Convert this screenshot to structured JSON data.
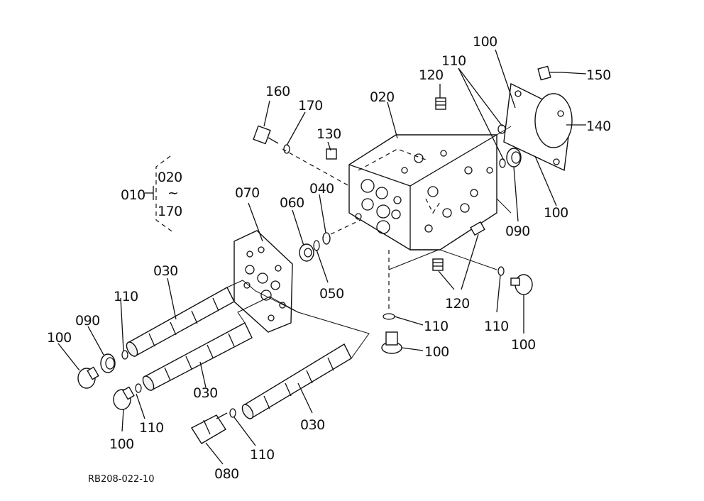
{
  "labels": {
    "l010": "010",
    "l010a": "020",
    "l010b": "~",
    "l010c": "170",
    "l020": "020",
    "l030a": "030",
    "l030b": "030",
    "l030c": "030",
    "l040": "040",
    "l050": "050",
    "l060": "060",
    "l070": "070",
    "l080": "080",
    "l090a": "090",
    "l090b": "090",
    "l100a": "100",
    "l100b": "100",
    "l100c": "100",
    "l100d": "100",
    "l100e": "100",
    "l100f": "100",
    "l110a": "110",
    "l110b": "110",
    "l110c": "110",
    "l110d": "110",
    "l110e": "110",
    "l110f": "110",
    "l120a": "120",
    "l120b": "120",
    "l130": "130",
    "l140": "140",
    "l150": "150",
    "l160": "160",
    "l170": "170"
  },
  "drawing_code": "RB208-022-10"
}
